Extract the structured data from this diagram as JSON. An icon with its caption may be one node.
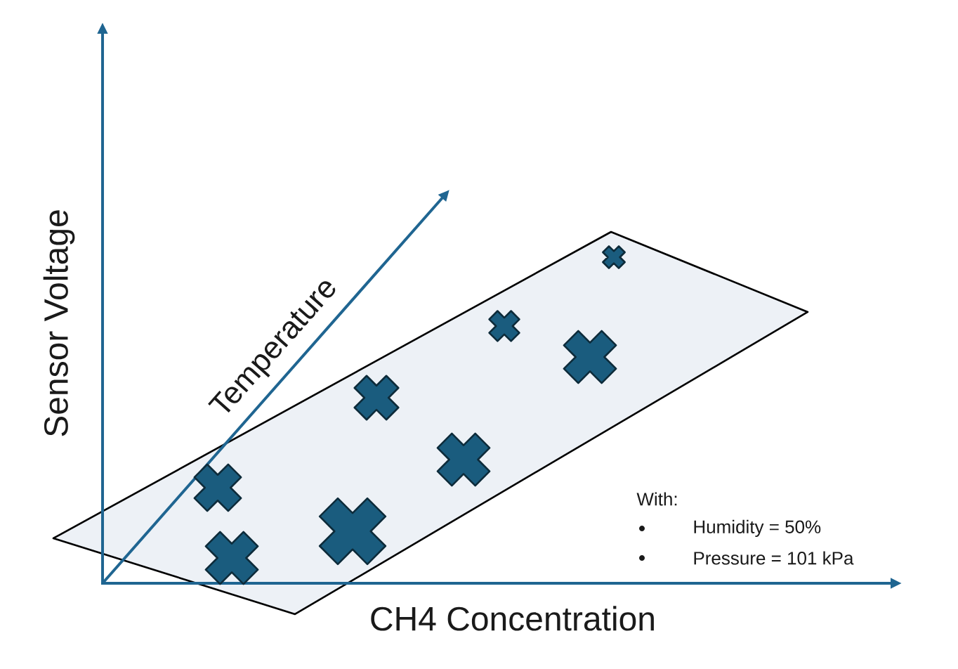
{
  "diagram": {
    "labels": [
      "Sensor Voltage",
      "Temperature",
      "CH4 Concentration",
      "With:",
      "Humidity = 50%",
      "Pressure = 101 kPa"
    ]
  }
}
